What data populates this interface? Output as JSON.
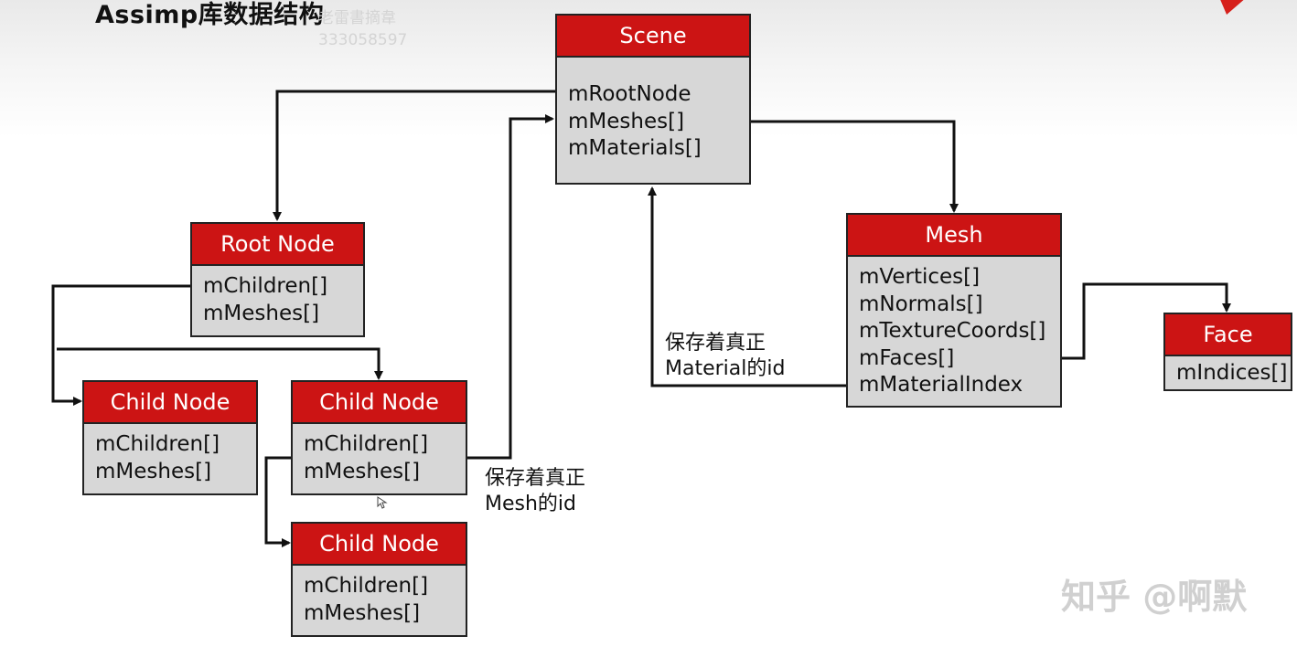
{
  "slide": {
    "title": "Assimp库数据结构",
    "watermark_top_line1": "老雷書摘韋",
    "watermark_top_line2": "333058597",
    "watermark_bottom": "知乎 @啊默"
  },
  "boxes": {
    "scene": {
      "title": "Scene",
      "fields": [
        "mRootNode",
        "mMeshes[]",
        "mMaterials[]"
      ]
    },
    "root_node": {
      "title": "Root Node",
      "fields": [
        "mChildren[]",
        "mMeshes[]"
      ]
    },
    "child_node_1": {
      "title": "Child Node",
      "fields": [
        "mChildren[]",
        "mMeshes[]"
      ]
    },
    "child_node_2": {
      "title": "Child Node",
      "fields": [
        "mChildren[]",
        "mMeshes[]"
      ]
    },
    "child_node_3": {
      "title": "Child Node",
      "fields": [
        "mChildren[]",
        "mMeshes[]"
      ]
    },
    "mesh": {
      "title": "Mesh",
      "fields": [
        "mVertices[]",
        "mNormals[]",
        "mTextureCoords[]",
        "mFaces[]",
        "mMaterialIndex"
      ]
    },
    "face": {
      "title": "Face",
      "fields": [
        "mIndices[]"
      ]
    }
  },
  "notes": {
    "material_id": [
      "保存着真正",
      "Material的id"
    ],
    "mesh_id": [
      "保存着真正",
      "Mesh的id"
    ]
  },
  "colors": {
    "header_red": "#cc1414",
    "box_fill": "#d7d7d7",
    "line": "#111111"
  }
}
